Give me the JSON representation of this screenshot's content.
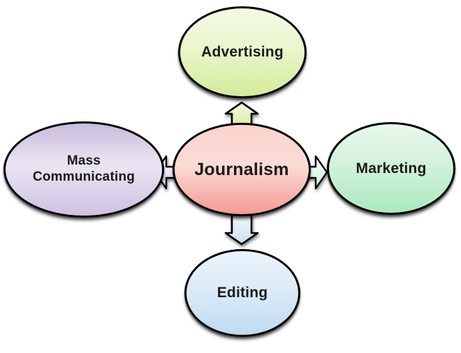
{
  "diagram": {
    "type": "hub-and-spoke",
    "background": "#ffffff",
    "outline_color": "#000000",
    "text_color": "#1a1a1a",
    "nodes": {
      "journalism": {
        "label": "Journalism",
        "position": "center",
        "fill_top": "#f9d3cd",
        "fill_mid": "#fbdcd6",
        "fill_bottom": "#f49a92",
        "border": "#000000"
      },
      "advertising": {
        "label": "Advertising",
        "position": "top",
        "fill_top": "#f4fbe6",
        "fill_mid": "#eaf6cd",
        "fill_bottom": "#d3eb99",
        "border": "#000000"
      },
      "marketing": {
        "label": "Marketing",
        "position": "right",
        "fill_top": "#e9f8ed",
        "fill_mid": "#d2f1db",
        "fill_bottom": "#abe9be",
        "border": "#000000"
      },
      "editing": {
        "label": "Editing",
        "position": "bottom",
        "fill_top": "#eaf3fb",
        "fill_mid": "#dcebf7",
        "fill_bottom": "#bfdaf0",
        "border": "#000000"
      },
      "mass_communicating": {
        "label": "Mass Communicating",
        "position": "left",
        "fill_top": "#c9bcdd",
        "fill_mid": "#eae5f3",
        "fill_bottom": "#cec1e2",
        "border": "#000000"
      }
    },
    "connectors": {
      "up": {
        "direction": "up",
        "from": "journalism",
        "to": "advertising",
        "fill_top": "#f3fae7",
        "fill_bottom": "#d9eda6",
        "outline": "#000000"
      },
      "down": {
        "direction": "down",
        "from": "journalism",
        "to": "editing",
        "fill_top": "#f5fafd",
        "fill_bottom": "#c8def2",
        "outline": "#000000"
      },
      "left": {
        "direction": "left",
        "from": "journalism",
        "to": "mass_communicating",
        "fill_top": "#ffffff",
        "fill_bottom": "#d8cdea",
        "outline": "#000000"
      },
      "right": {
        "direction": "right",
        "from": "journalism",
        "to": "marketing",
        "fill_top": "#ffffff",
        "fill_bottom": "#caf0d6",
        "outline": "#000000"
      }
    }
  }
}
